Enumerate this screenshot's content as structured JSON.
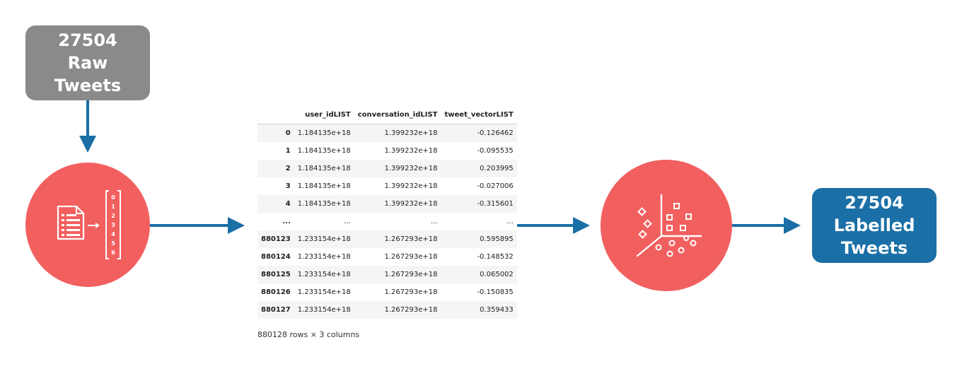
{
  "raw_box": {
    "count": "27504",
    "line2": "Raw",
    "line3": "Tweets"
  },
  "labelled_box": {
    "count": "27504",
    "line2": "Labelled",
    "line3": "Tweets"
  },
  "vectorize_icon": {
    "name": "document-to-vector-icon",
    "vector_digits": [
      "0",
      "1",
      "2",
      "3",
      "4",
      "5",
      "6"
    ]
  },
  "cluster_icon": {
    "name": "scatter-clustering-icon"
  },
  "dataframe": {
    "index_header": "",
    "columns": [
      "user_idLIST",
      "conversation_idLIST",
      "tweet_vectorLIST"
    ],
    "rows": [
      {
        "index": "0",
        "user": "1.184135e+18",
        "conv": "1.399232e+18",
        "vec": "-0.126462"
      },
      {
        "index": "1",
        "user": "1.184135e+18",
        "conv": "1.399232e+18",
        "vec": "-0.095535"
      },
      {
        "index": "2",
        "user": "1.184135e+18",
        "conv": "1.399232e+18",
        "vec": "0.203995"
      },
      {
        "index": "3",
        "user": "1.184135e+18",
        "conv": "1.399232e+18",
        "vec": "-0.027006"
      },
      {
        "index": "4",
        "user": "1.184135e+18",
        "conv": "1.399232e+18",
        "vec": "-0.315601"
      },
      {
        "index": "...",
        "user": "...",
        "conv": "...",
        "vec": "..."
      },
      {
        "index": "880123",
        "user": "1.233154e+18",
        "conv": "1.267293e+18",
        "vec": "0.595895"
      },
      {
        "index": "880124",
        "user": "1.233154e+18",
        "conv": "1.267293e+18",
        "vec": "-0.148532"
      },
      {
        "index": "880125",
        "user": "1.233154e+18",
        "conv": "1.267293e+18",
        "vec": "0.065002"
      },
      {
        "index": "880126",
        "user": "1.233154e+18",
        "conv": "1.267293e+18",
        "vec": "-0.150835"
      },
      {
        "index": "880127",
        "user": "1.233154e+18",
        "conv": "1.267293e+18",
        "vec": "0.359433"
      }
    ],
    "caption": "880128 rows × 3 columns"
  },
  "colors": {
    "raw_box": "#8a8a8a",
    "labelled_box": "#1a6fa6",
    "circle": "#f25f5f",
    "arrow": "#1a6fa6",
    "icon": "#ffffff"
  }
}
